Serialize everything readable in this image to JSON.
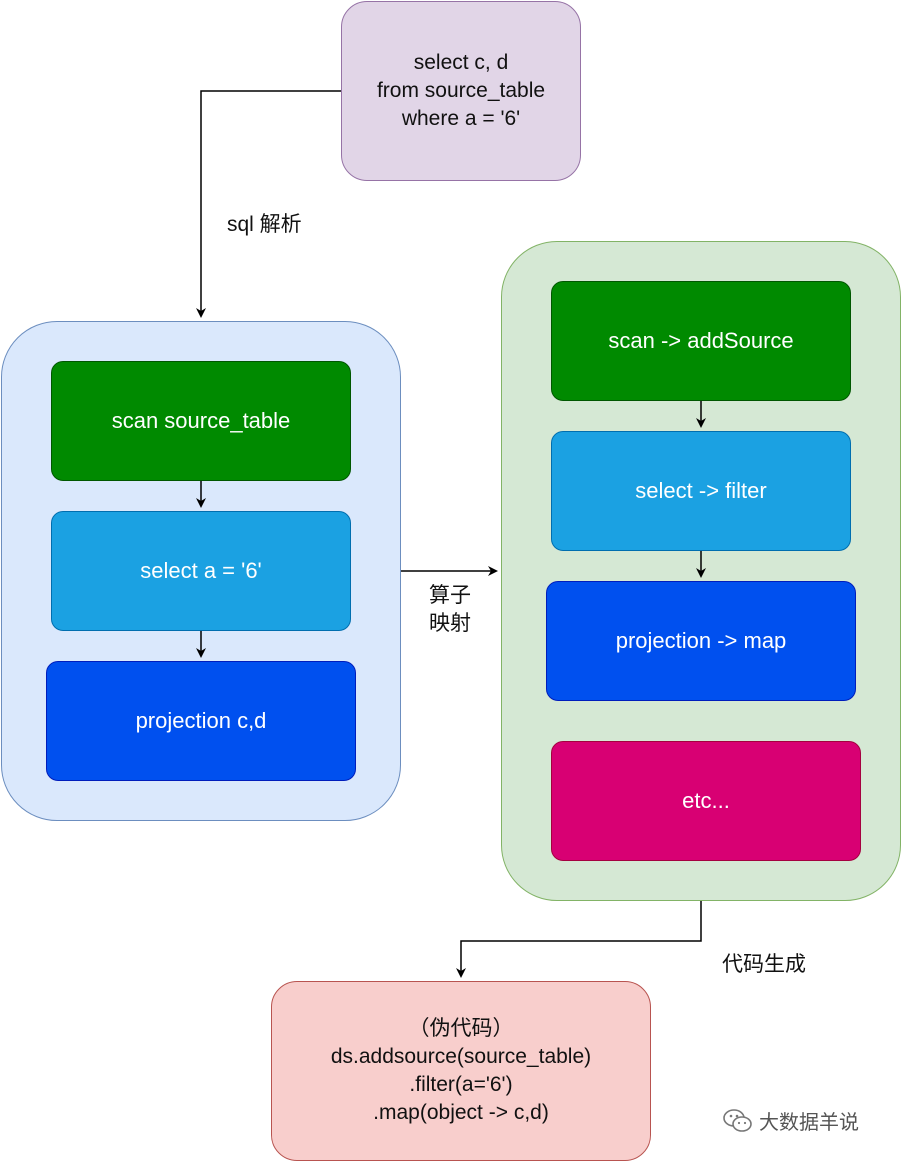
{
  "sql_box": {
    "lines": [
      "select c, d",
      "from source_table",
      "where a = '6'"
    ]
  },
  "edge_labels": {
    "sql_parse": "sql 解析",
    "operator_mapping": [
      "算子",
      "映射"
    ],
    "code_gen": "代码生成"
  },
  "logical_plan": {
    "nodes": [
      "scan source_table",
      "select a = '6'",
      "projection c,d"
    ]
  },
  "physical_plan": {
    "nodes": [
      "scan -> addSource",
      "select -> filter",
      "projection -> map",
      "etc..."
    ]
  },
  "code_box": {
    "lines": [
      "（伪代码）",
      "ds.addsource(source_table)",
      ".filter(a='6')",
      ".map(object -> c,d)"
    ]
  },
  "watermark": {
    "text": "大数据羊说",
    "icon": "wechat-icon"
  },
  "colors": {
    "sql_fill": "#e1d5e7",
    "left_panel": "#dae8fc",
    "right_panel": "#d5e8d4",
    "green_node": "#008a00",
    "cyan_node": "#1ba1e2",
    "blue_node": "#0050ef",
    "magenta_node": "#d80073",
    "code_fill": "#f8cecc"
  }
}
